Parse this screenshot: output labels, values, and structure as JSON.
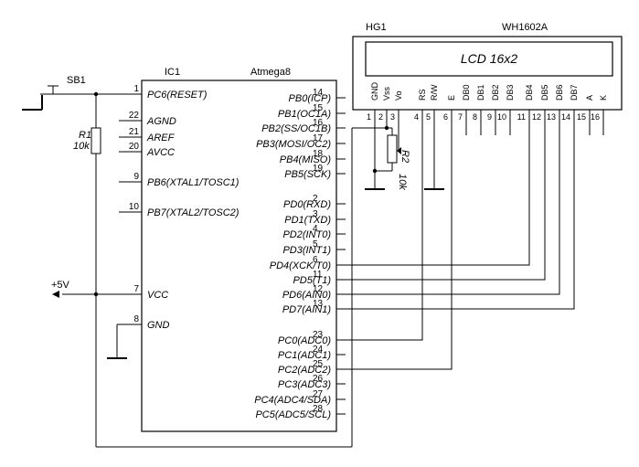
{
  "switch": {
    "ref": "SB1"
  },
  "resistor_r1": {
    "ref": "R1",
    "value": "10k"
  },
  "chip": {
    "ref": "IC1",
    "part": "Atmega8",
    "left_pins": [
      {
        "num": "1",
        "name": "PC6(RESET)"
      },
      {
        "num": "22",
        "name": "AGND"
      },
      {
        "num": "21",
        "name": "AREF"
      },
      {
        "num": "20",
        "name": "AVCC"
      },
      {
        "num": "9",
        "name": "PB6(XTAL1/TOSC1)"
      },
      {
        "num": "10",
        "name": "PB7(XTAL2/TOSC2)"
      },
      {
        "num": "7",
        "name": "VCC"
      },
      {
        "num": "8",
        "name": "GND"
      }
    ],
    "right_pins": [
      {
        "num": "14",
        "name": "PB0(ICP)"
      },
      {
        "num": "15",
        "name": "PB1(OC1A)"
      },
      {
        "num": "16",
        "name": "PB2(SS/OC1B)"
      },
      {
        "num": "17",
        "name": "PB3(MOSI/OC2)"
      },
      {
        "num": "18",
        "name": "PB4(MISO)"
      },
      {
        "num": "19",
        "name": "PB5(SCK)"
      },
      {
        "num": "2",
        "name": "PD0(RXD)"
      },
      {
        "num": "3",
        "name": "PD1(TXD)"
      },
      {
        "num": "4",
        "name": "PD2(INT0)"
      },
      {
        "num": "5",
        "name": "PD3(INT1)"
      },
      {
        "num": "6",
        "name": "PD4(XCK/T0)"
      },
      {
        "num": "11",
        "name": "PD5(T1)"
      },
      {
        "num": "12",
        "name": "PD6(AIN0)"
      },
      {
        "num": "13",
        "name": "PD7(AIN1)"
      },
      {
        "num": "23",
        "name": "PC0(ADC0)"
      },
      {
        "num": "24",
        "name": "PC1(ADC1)"
      },
      {
        "num": "25",
        "name": "PC2(ADC2)"
      },
      {
        "num": "26",
        "name": "PC3(ADC3)"
      },
      {
        "num": "27",
        "name": "PC4(ADC4/SDA)"
      },
      {
        "num": "28",
        "name": "PC5(ADC5/SCL)"
      }
    ]
  },
  "supply": {
    "label": "+5V"
  },
  "lcd": {
    "ref": "HG1",
    "part": "WH1602A",
    "screen_text": "LCD 16x2",
    "pins": [
      {
        "num": "1",
        "name": "GND"
      },
      {
        "num": "2",
        "name": "Vss"
      },
      {
        "num": "3",
        "name": "Vo"
      },
      {
        "num": "4",
        "name": "RS"
      },
      {
        "num": "5",
        "name": "R/W"
      },
      {
        "num": "6",
        "name": "E"
      },
      {
        "num": "7",
        "name": "DB0"
      },
      {
        "num": "8",
        "name": "DB1"
      },
      {
        "num": "9",
        "name": "DB2"
      },
      {
        "num": "10",
        "name": "DB3"
      },
      {
        "num": "11",
        "name": "DB4"
      },
      {
        "num": "12",
        "name": "DB5"
      },
      {
        "num": "13",
        "name": "DB6"
      },
      {
        "num": "14",
        "name": "DB7"
      },
      {
        "num": "15",
        "name": "A"
      },
      {
        "num": "16",
        "name": "K"
      }
    ]
  },
  "potentiometer_r2": {
    "ref": "R2",
    "value": "10k"
  }
}
